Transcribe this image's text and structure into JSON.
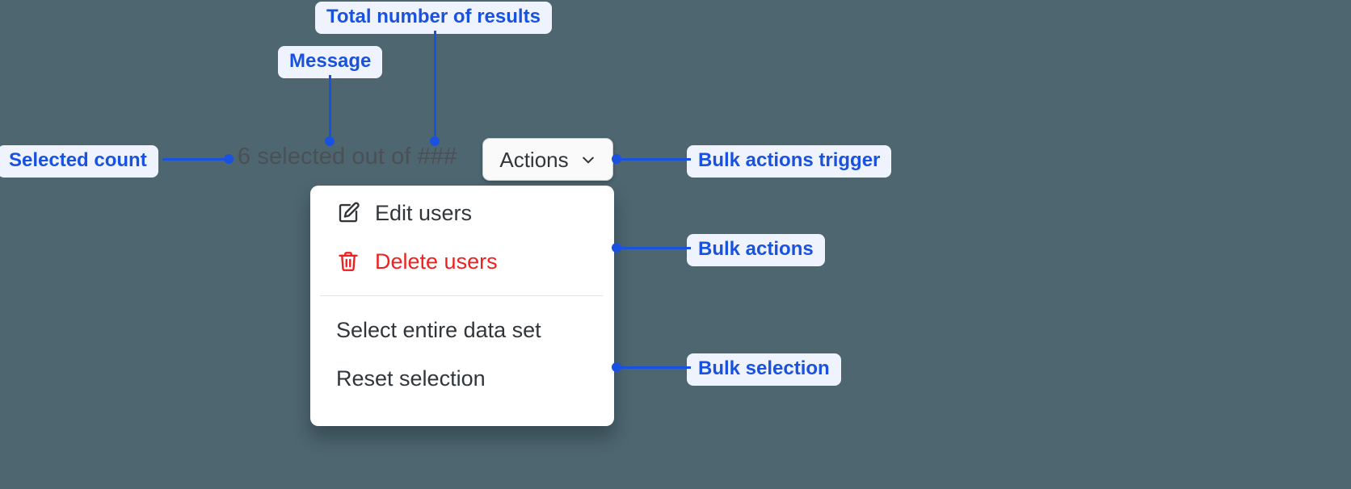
{
  "background_color": "#4d6670",
  "accent_color": "#1a52e0",
  "callout_bg": "#eef3fe",
  "annotations": [
    {
      "id": "total-results",
      "label": "Total number of results"
    },
    {
      "id": "message",
      "label": "Message"
    },
    {
      "id": "selected-count",
      "label": "Selected count"
    },
    {
      "id": "bulk-trigger",
      "label": "Bulk actions trigger"
    },
    {
      "id": "bulk-actions",
      "label": "Bulk actions"
    },
    {
      "id": "bulk-selection",
      "label": "Bulk selection"
    }
  ],
  "bulk_bar": {
    "selected_count_text": "6 selected out of ###",
    "selected_number": "6",
    "message_text": "selected out of",
    "total_results_placeholder": "###",
    "trigger": {
      "label": "Actions",
      "icon": "chevron-down-icon",
      "expanded": true
    }
  },
  "dropdown_menu": {
    "open": true,
    "groups": [
      {
        "name": "bulk-actions",
        "items": [
          {
            "label": "Edit users",
            "icon": "pencil-square-icon",
            "danger": false,
            "color": "#31363b"
          },
          {
            "label": "Delete users",
            "icon": "trash-icon",
            "danger": true,
            "color": "#ef2020"
          }
        ]
      },
      {
        "name": "bulk-selection",
        "items": [
          {
            "label": "Select entire data set",
            "icon": null,
            "danger": false,
            "color": "#31363b"
          },
          {
            "label": "Reset selection",
            "icon": null,
            "danger": false,
            "color": "#31363b"
          }
        ]
      }
    ]
  }
}
